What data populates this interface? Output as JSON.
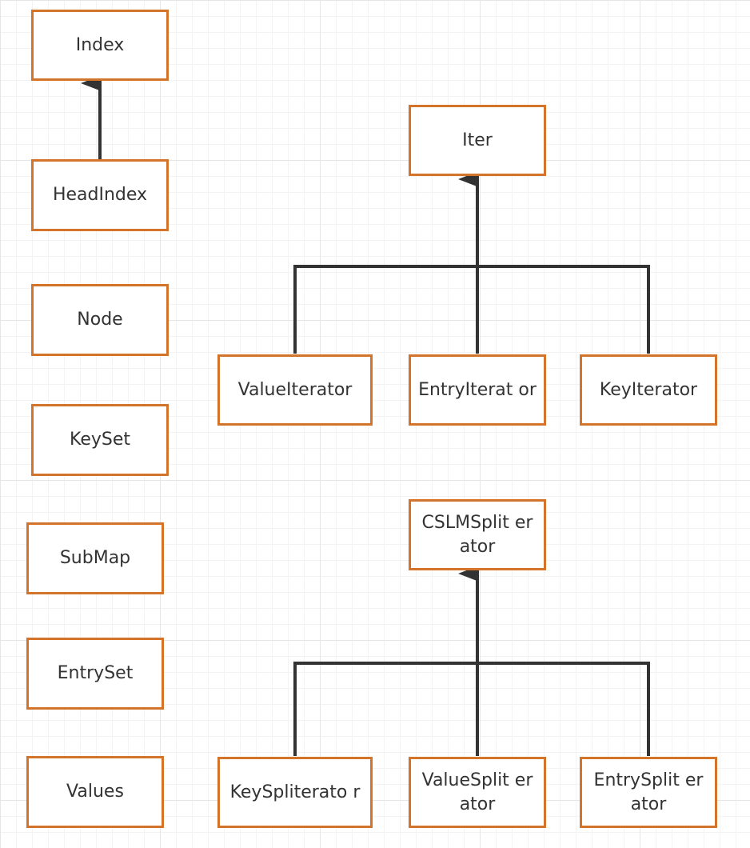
{
  "colors": {
    "box_border": "#d4742a",
    "connector": "#333333",
    "text": "#333333",
    "grid": "#e6e6e6"
  },
  "nodes": {
    "index": "Index",
    "head_index": "HeadIndex",
    "node": "Node",
    "key_set": "KeySet",
    "sub_map": "SubMap",
    "entry_set": "EntrySet",
    "values": "Values",
    "iter": "Iter",
    "value_iterator": "ValueIterator",
    "entry_iterator": "EntryIterat or",
    "key_iterator": "KeyIterator",
    "cslm_spliterator": "CSLMSplit erator",
    "key_spliterator": "KeySpliterato r",
    "value_spliterator": "ValueSplit erator",
    "entry_spliterator": "EntrySplit erator"
  },
  "edges": [
    {
      "from": "head_index",
      "to": "index",
      "type": "inheritance"
    },
    {
      "from": "value_iterator",
      "to": "iter",
      "type": "inheritance"
    },
    {
      "from": "entry_iterator",
      "to": "iter",
      "type": "inheritance"
    },
    {
      "from": "key_iterator",
      "to": "iter",
      "type": "inheritance"
    },
    {
      "from": "key_spliterator",
      "to": "cslm_spliterator",
      "type": "inheritance"
    },
    {
      "from": "value_spliterator",
      "to": "cslm_spliterator",
      "type": "inheritance"
    },
    {
      "from": "entry_spliterator",
      "to": "cslm_spliterator",
      "type": "inheritance"
    }
  ]
}
